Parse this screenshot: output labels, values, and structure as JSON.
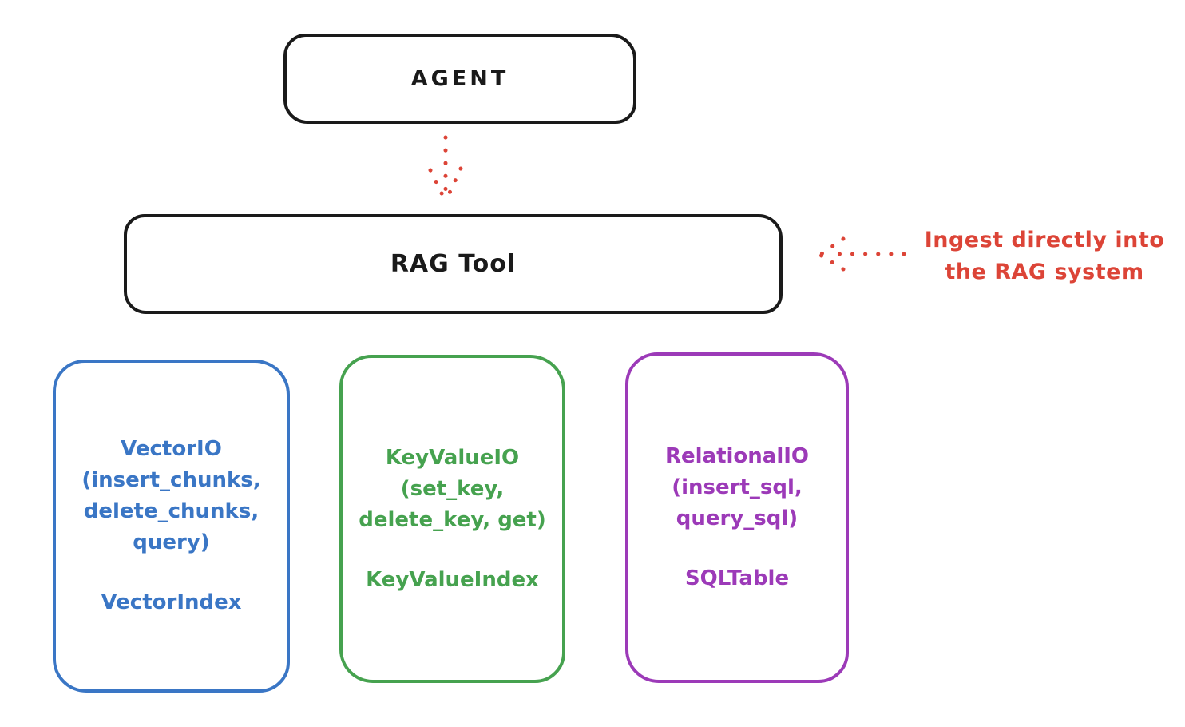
{
  "diagram": {
    "agent": {
      "label": "AGENT"
    },
    "rag_tool": {
      "label": "RAG Tool"
    },
    "annotation": {
      "line1": "Ingest directly into",
      "line2": "the RAG system"
    },
    "arrows": [
      {
        "name": "agent-to-rag-tool",
        "style": "dotted",
        "direction": "down"
      },
      {
        "name": "annotation-to-rag-tool",
        "style": "dotted",
        "direction": "left"
      }
    ],
    "io_boxes": [
      {
        "id": "vector",
        "color": "#3a76c5",
        "lines": [
          "VectorIO",
          "(insert_chunks,",
          "delete_chunks,",
          "query)"
        ],
        "index_label": "VectorIndex"
      },
      {
        "id": "keyvalue",
        "color": "#46a24f",
        "lines": [
          "KeyValueIO",
          "(set_key,",
          "delete_key, get)"
        ],
        "index_label": "KeyValueIndex"
      },
      {
        "id": "relational",
        "color": "#9c3ab8",
        "lines": [
          "RelationalIO",
          "(insert_sql,",
          "query_sql)"
        ],
        "index_label": "SQLTable"
      }
    ],
    "colors": {
      "stroke": "#1a1a1a",
      "red": "#dc4437",
      "blue": "#3a76c5",
      "green": "#46a24f",
      "purple": "#9c3ab8",
      "background": "#ffffff"
    }
  }
}
